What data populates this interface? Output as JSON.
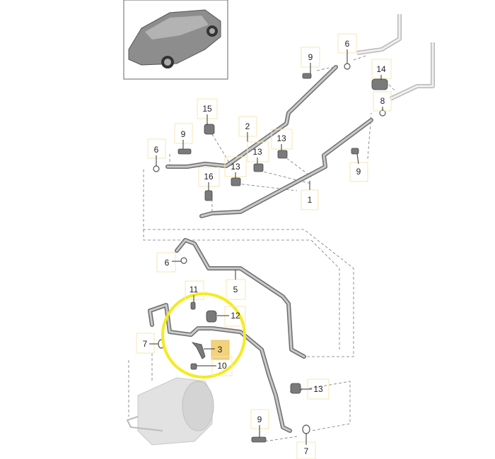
{
  "diagram": {
    "title": "Air conditioning refrigerant lines parts diagram",
    "highlighted_callout": "3",
    "highlight_color": "#f5eb1a",
    "callouts": {
      "c9a": "9",
      "c6a": "6",
      "c14": "14",
      "c8": "8",
      "c15": "15",
      "c9b": "9",
      "c6b": "6",
      "c2": "2",
      "c13a": "13",
      "c13b": "13",
      "c13c": "13",
      "c16": "16",
      "c1": "1",
      "c9c": "9",
      "c6c": "6",
      "c5": "5",
      "c11": "11",
      "c12": "12",
      "c7a": "7",
      "c3": "3",
      "c10": "10",
      "c13d": "13",
      "c9d": "9",
      "c7b": "7"
    }
  }
}
